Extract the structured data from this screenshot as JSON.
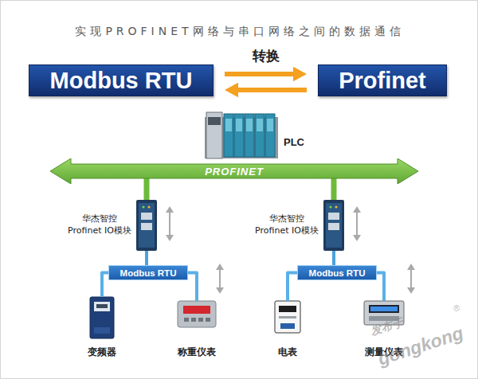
{
  "diagram": {
    "title": "实现PROFINET网络与串口网络之间的数据通信",
    "nodes": [
      {
        "text": [
          "Modbus RTU"
        ]
      },
      {
        "text": [
          "Profinet"
        ]
      },
      {
        "text": [
          "PLC"
        ]
      },
      {
        "text": [
          "PROFINET"
        ]
      },
      {
        "text": [
          "华杰智控 Profinet IO模块"
        ]
      },
      {
        "text": [
          "华杰智控 Profinet IO模块"
        ]
      },
      {
        "text": [
          "Modbus RTU"
        ]
      },
      {
        "text": [
          "Modbus RTU"
        ]
      },
      {
        "text": [
          "变频器"
        ]
      },
      {
        "text": [
          "称重仪表"
        ]
      },
      {
        "text": [
          "电表"
        ]
      },
      {
        "text": [
          "测量仪表"
        ]
      }
    ],
    "edges": [
      {
        "from": 0,
        "to": 1,
        "arrow": "both",
        "label": "转换"
      },
      {
        "from": 2,
        "to": 3,
        "arrow": "none"
      },
      {
        "from": 3,
        "to": 4,
        "arrow": "none"
      },
      {
        "from": 3,
        "to": 5,
        "arrow": "none"
      },
      {
        "from": 4,
        "to": 6,
        "arrow": "none"
      },
      {
        "from": 5,
        "to": 7,
        "arrow": "none"
      },
      {
        "from": 6,
        "to": 8,
        "arrow": "none"
      },
      {
        "from": 6,
        "to": 9,
        "arrow": "none"
      },
      {
        "from": 7,
        "to": 10,
        "arrow": "none"
      },
      {
        "from": 7,
        "to": 11,
        "arrow": "none"
      }
    ],
    "labels": [
      "发布于",
      "gongkong",
      "®"
    ]
  }
}
